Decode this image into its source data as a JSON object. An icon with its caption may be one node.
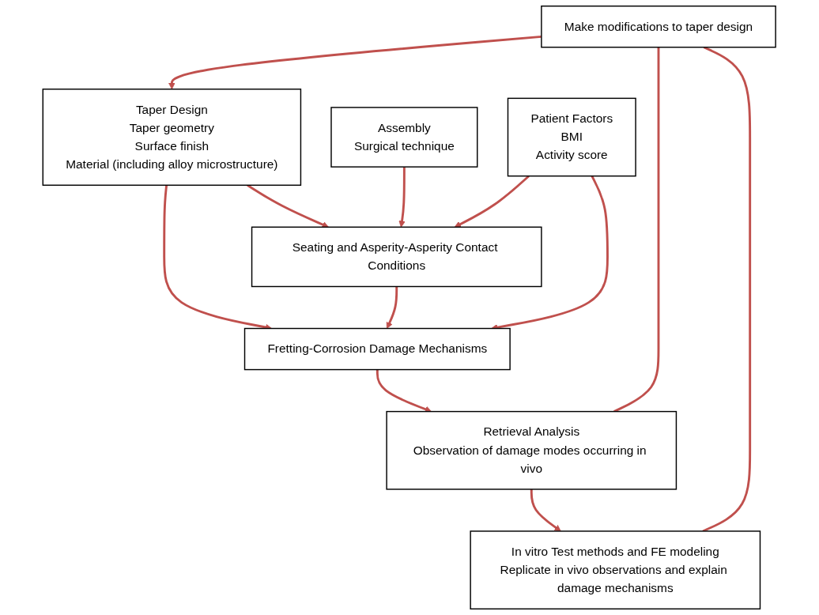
{
  "diagram": {
    "nodes": [
      {
        "text": [
          "Taper Design",
          "Taper geometry",
          "Surface finish",
          "Material (including alloy microstructure)"
        ]
      },
      {
        "text": [
          "Assembly",
          "Surgical technique"
        ]
      },
      {
        "text": [
          "Make modifications to taper design"
        ]
      },
      {
        "text": [
          "Seating and Asperity-Asperity Contact Conditions"
        ]
      },
      {
        "text": [
          "Patient Factors",
          "BMI",
          "Activity score"
        ]
      },
      {
        "text": [
          "Fretting-Corrosion Damage Mechanisms"
        ]
      },
      {
        "text": [
          "Retrieval Analysis",
          "Observation of damage modes occurring in vivo"
        ]
      },
      {
        "text": [
          "In vitro Test methods and FE modeling",
          "Replicate in vivo observations and explain damage mechanisms"
        ]
      }
    ],
    "edges": [
      {
        "from": 2,
        "to": 0,
        "arrow": "to"
      },
      {
        "from": 0,
        "to": 3,
        "arrow": "to"
      },
      {
        "from": 1,
        "to": 3,
        "arrow": "to"
      },
      {
        "from": 4,
        "to": 3,
        "arrow": "to"
      },
      {
        "from": 0,
        "to": 5,
        "arrow": "to"
      },
      {
        "from": 3,
        "to": 5,
        "arrow": "to"
      },
      {
        "from": 4,
        "to": 5,
        "arrow": "to"
      },
      {
        "from": 5,
        "to": 6,
        "arrow": "to"
      },
      {
        "from": 6,
        "to": 7,
        "arrow": "to"
      },
      {
        "from": 2,
        "to": 6,
        "arrow": "none"
      },
      {
        "from": 2,
        "to": 7,
        "arrow": "none"
      }
    ]
  }
}
